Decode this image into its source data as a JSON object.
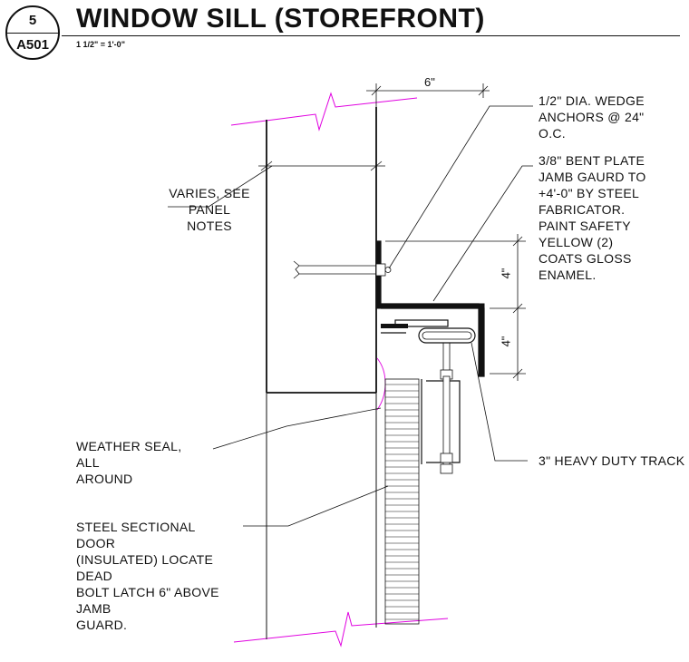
{
  "header": {
    "detail_number": "5",
    "sheet_number": "A501",
    "title": "WINDOW SILL (STOREFRONT)",
    "scale": "1 1/2\" = 1'-0\""
  },
  "dimensions": {
    "width": "6\"",
    "upper_height": "4\"",
    "lower_height": "4\""
  },
  "notes": {
    "anchors": [
      "1/2\" DIA. WEDGE",
      "ANCHORS @ 24\"",
      "O.C."
    ],
    "jamb_guard": [
      "3/8\" BENT PLATE",
      "JAMB GAURD TO",
      "+4'-0\" BY STEEL",
      "FABRICATOR.",
      "PAINT SAFETY",
      "YELLOW (2)",
      "COATS GLOSS",
      "ENAMEL."
    ],
    "varies": [
      "VARIES, SEE",
      "PANEL",
      "NOTES"
    ],
    "weather_seal": [
      "WEATHER SEAL,",
      "ALL",
      "AROUND"
    ],
    "steel_door": [
      "STEEL SECTIONAL",
      "DOOR",
      "(INSULATED) LOCATE",
      "DEAD",
      "BOLT LATCH 6\" ABOVE",
      "JAMB",
      "GUARD."
    ],
    "track": [
      "3\" HEAVY DUTY TRACK"
    ]
  },
  "colors": {
    "line": "#111111",
    "break_line": "#e000e0"
  }
}
